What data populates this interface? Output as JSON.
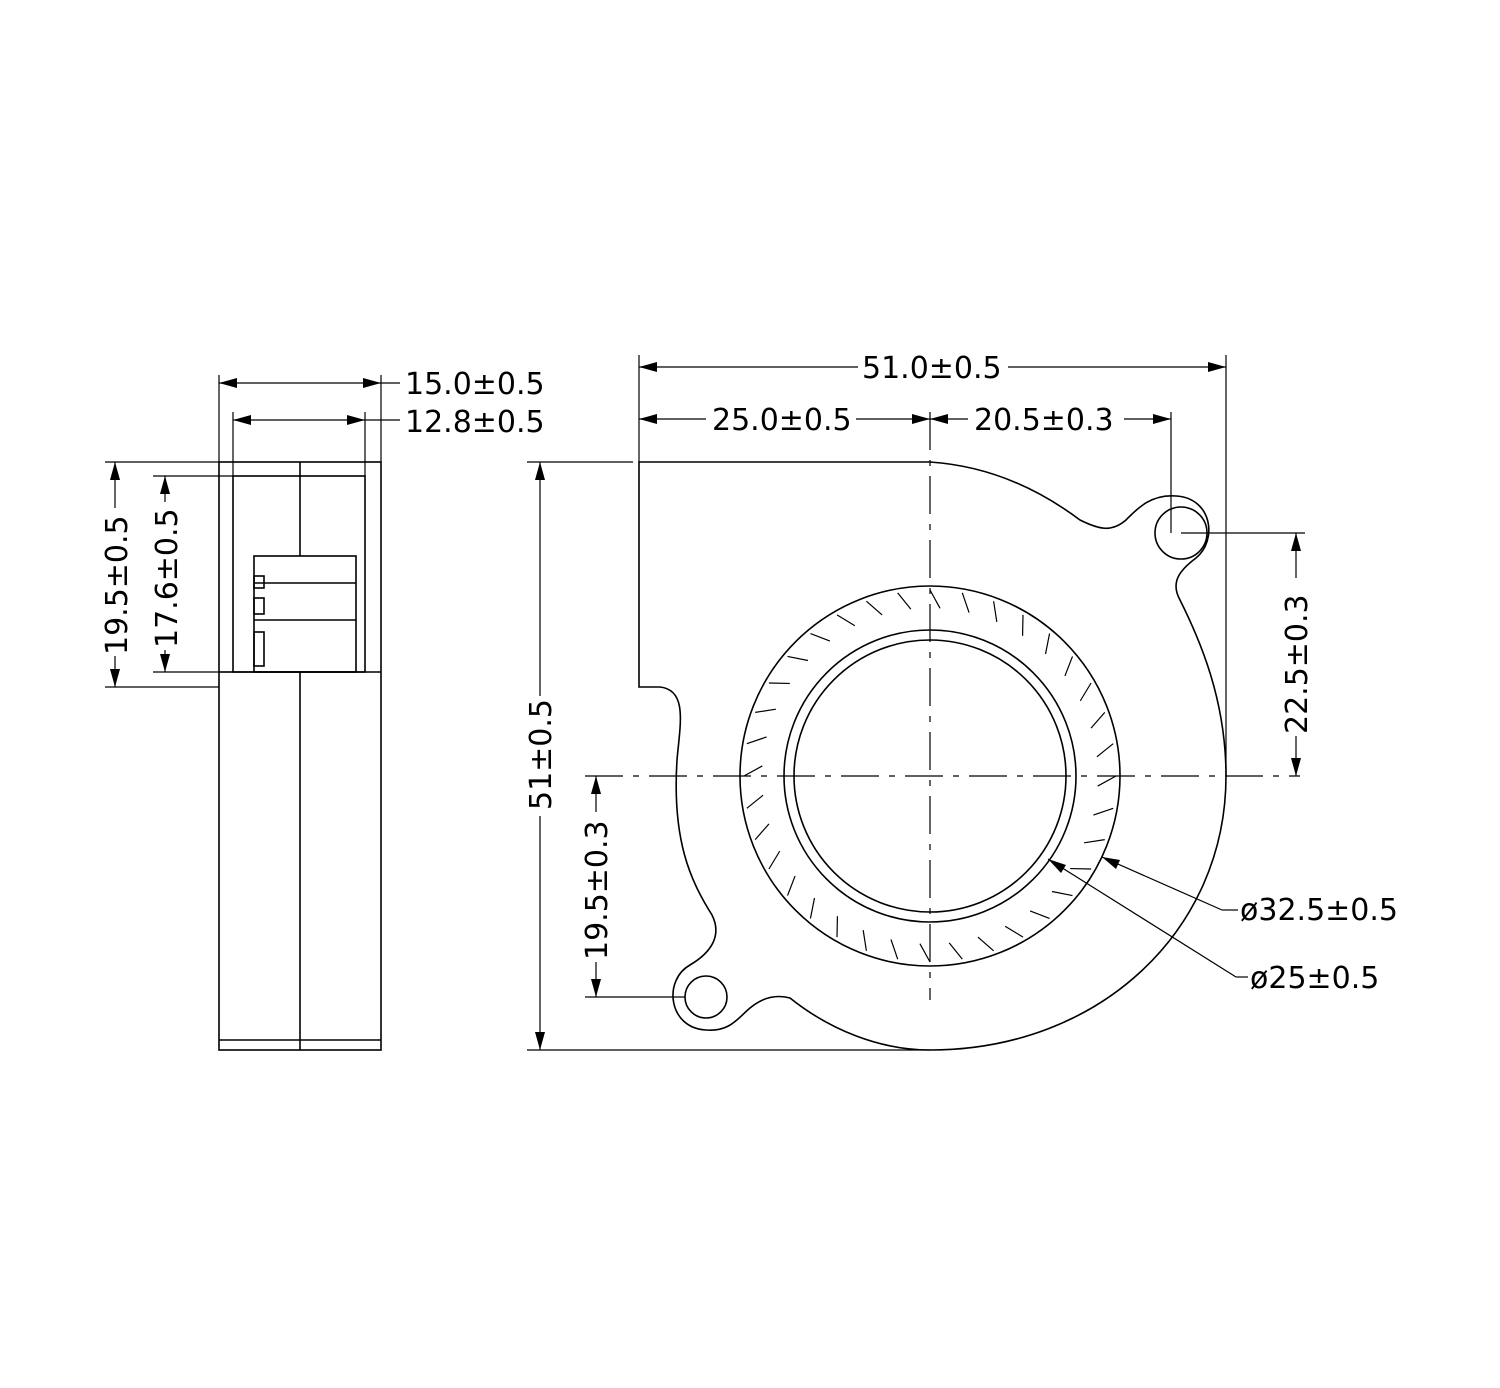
{
  "side_view": {
    "width_outer": "15.0±0.5",
    "width_inner": "12.8±0.5",
    "height_outer": "19.5±0.5",
    "height_inner": "17.6±0.5"
  },
  "front_view": {
    "overall_width": "51.0±0.5",
    "left_to_center": "25.0±0.5",
    "center_to_hole": "20.5±0.3",
    "overall_height": "51±0.5",
    "top_hole_height": "22.5±0.3",
    "bottom_hole_height": "19.5±0.3",
    "outer_diameter": "ø32.5±0.5",
    "inner_diameter": "ø25±0.5"
  }
}
